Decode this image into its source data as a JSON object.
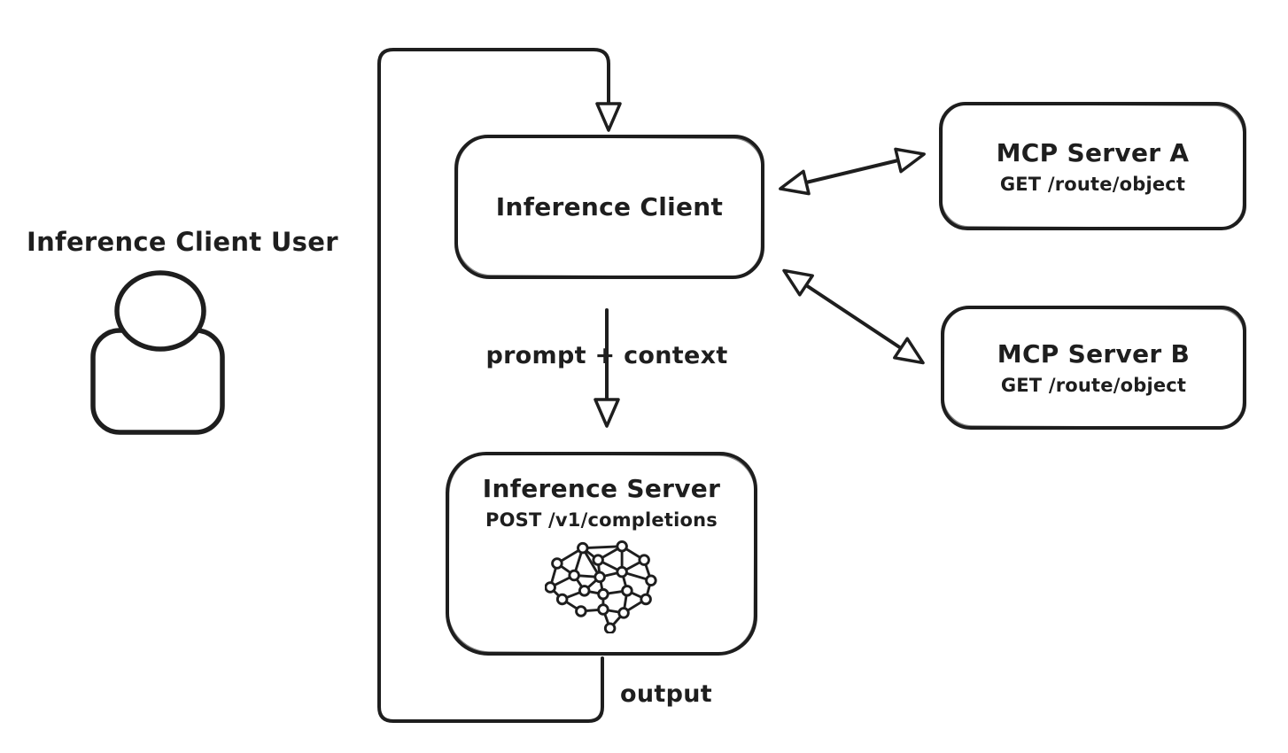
{
  "colors": {
    "stroke": "#1e1e1e",
    "background": "#ffffff",
    "box_fill": "#ffffff"
  },
  "user": {
    "label": "Inference Client User",
    "icon": "person-icon"
  },
  "boxes": {
    "inference_client": {
      "title": "Inference Client"
    },
    "mcp_server_a": {
      "title": "MCP Server A",
      "endpoint": "GET /route/object"
    },
    "mcp_server_b": {
      "title": "MCP Server B",
      "endpoint": "GET /route/object"
    },
    "inference_server": {
      "title": "Inference Server",
      "endpoint": "POST /v1/completions",
      "icon": "brain-network-icon"
    }
  },
  "arrows": {
    "user_loop": {
      "label": "output",
      "from": "Inference Server",
      "to": "Inference Client",
      "bidirectional": false
    },
    "prompt": {
      "label": "prompt + context",
      "from": "Inference Client",
      "to": "Inference Server",
      "bidirectional": false
    },
    "mcp_a": {
      "from": "Inference Client",
      "to": "MCP Server A",
      "bidirectional": true
    },
    "mcp_b": {
      "from": "Inference Client",
      "to": "MCP Server B",
      "bidirectional": true
    }
  }
}
